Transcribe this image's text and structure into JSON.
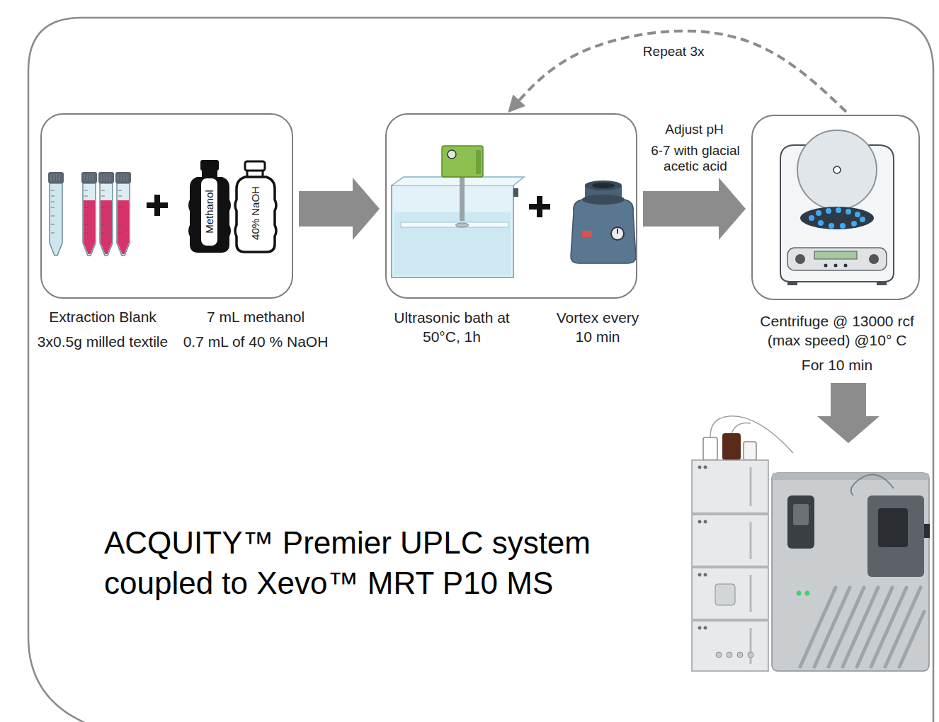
{
  "diagram": {
    "nodes": [
      {
        "text": [
          "Extraction Blank",
          "3x0.5g milled textile",
          "7 mL methanol",
          "0.7 mL of 40 % NaOH"
        ]
      },
      {
        "text": [
          "Ultrasonic bath at 50°C, 1h",
          "Vortex every 10 min"
        ]
      },
      {
        "text": [
          "Centrifuge @ 13000 rcf (max speed) @10° C",
          "For 10 min"
        ]
      },
      {
        "text": [
          "ACQUITY™ Premier UPLC system coupled to Xevo™ MRT P10 MS"
        ]
      }
    ],
    "edges": [
      {
        "from": 0,
        "to": 1,
        "arrow": "to"
      },
      {
        "from": 1,
        "to": 2,
        "arrow": "to",
        "label": "Adjust pH"
      },
      {
        "from": 2,
        "to": 1,
        "arrow": "to",
        "label": "Repeat 3x"
      },
      {
        "from": 2,
        "to": 3,
        "arrow": "to"
      }
    ],
    "labels": [
      "Methanol",
      "40% NaOH",
      "6-7 with glacial acetic acid"
    ]
  }
}
